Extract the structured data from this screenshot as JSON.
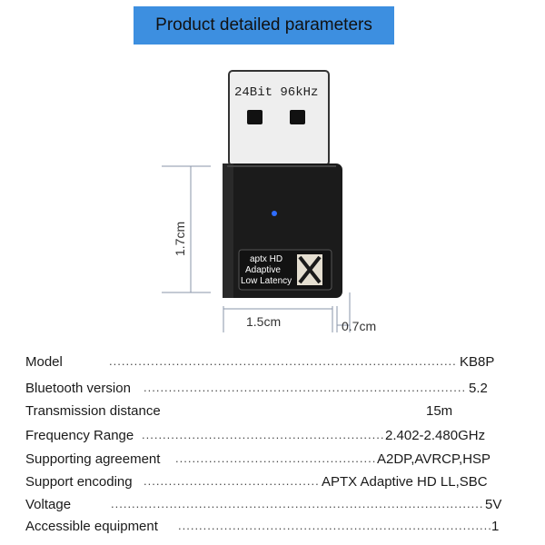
{
  "banner": {
    "title": "Product detailed parameters"
  },
  "product": {
    "plug_text": "24Bit 96kHz",
    "badge_lines": [
      "aptx HD",
      "Adaptive",
      "Low Latency"
    ],
    "height_label": "1.7cm",
    "width_label": "1.5cm",
    "depth_label": "0.7cm"
  },
  "specs": [
    {
      "label": "Model",
      "value": "KB8P"
    },
    {
      "label": "Bluetooth version",
      "value": "5.2"
    },
    {
      "label": "Transmission distance",
      "value": "15m"
    },
    {
      "label": "Frequency Range",
      "value": "2.402-2.480GHz"
    },
    {
      "label": "Supporting agreement",
      "value": "A2DP,AVRCP,HSP"
    },
    {
      "label": "Support encoding",
      "value": "APTX Adaptive HD LL,SBC"
    },
    {
      "label": "Voltage",
      "value": "5V"
    },
    {
      "label": "Accessible equipment",
      "value": "1"
    }
  ],
  "colors": {
    "banner": "#3d8fe0",
    "body": "#1b1b1b",
    "plug": "#eeeeee",
    "led": "#2f6dff"
  }
}
